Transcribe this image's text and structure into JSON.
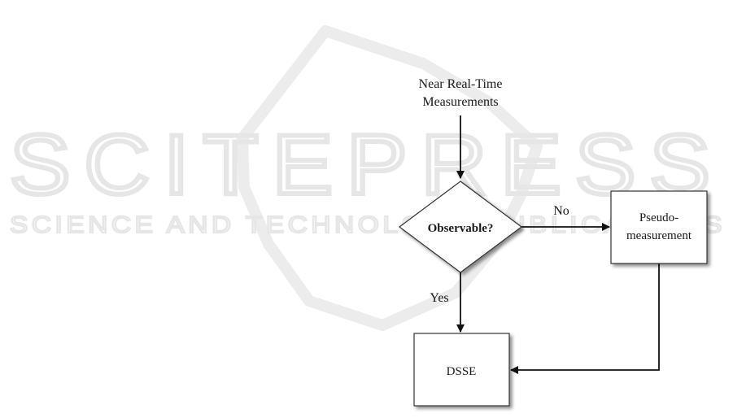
{
  "watermark": {
    "brand": "SCITEPRESS",
    "tagline": "SCIENCE AND TECHNOLOGY PUBLICATIONS"
  },
  "diagram": {
    "input": {
      "line1": "Near Real-Time",
      "line2": "Measurements"
    },
    "decision": {
      "label": "Observable?"
    },
    "branches": {
      "no": "No",
      "yes": "Yes"
    },
    "pseudo": {
      "line1": "Pseudo-",
      "line2": "measurement"
    },
    "dsse": {
      "label": "DSSE"
    }
  }
}
